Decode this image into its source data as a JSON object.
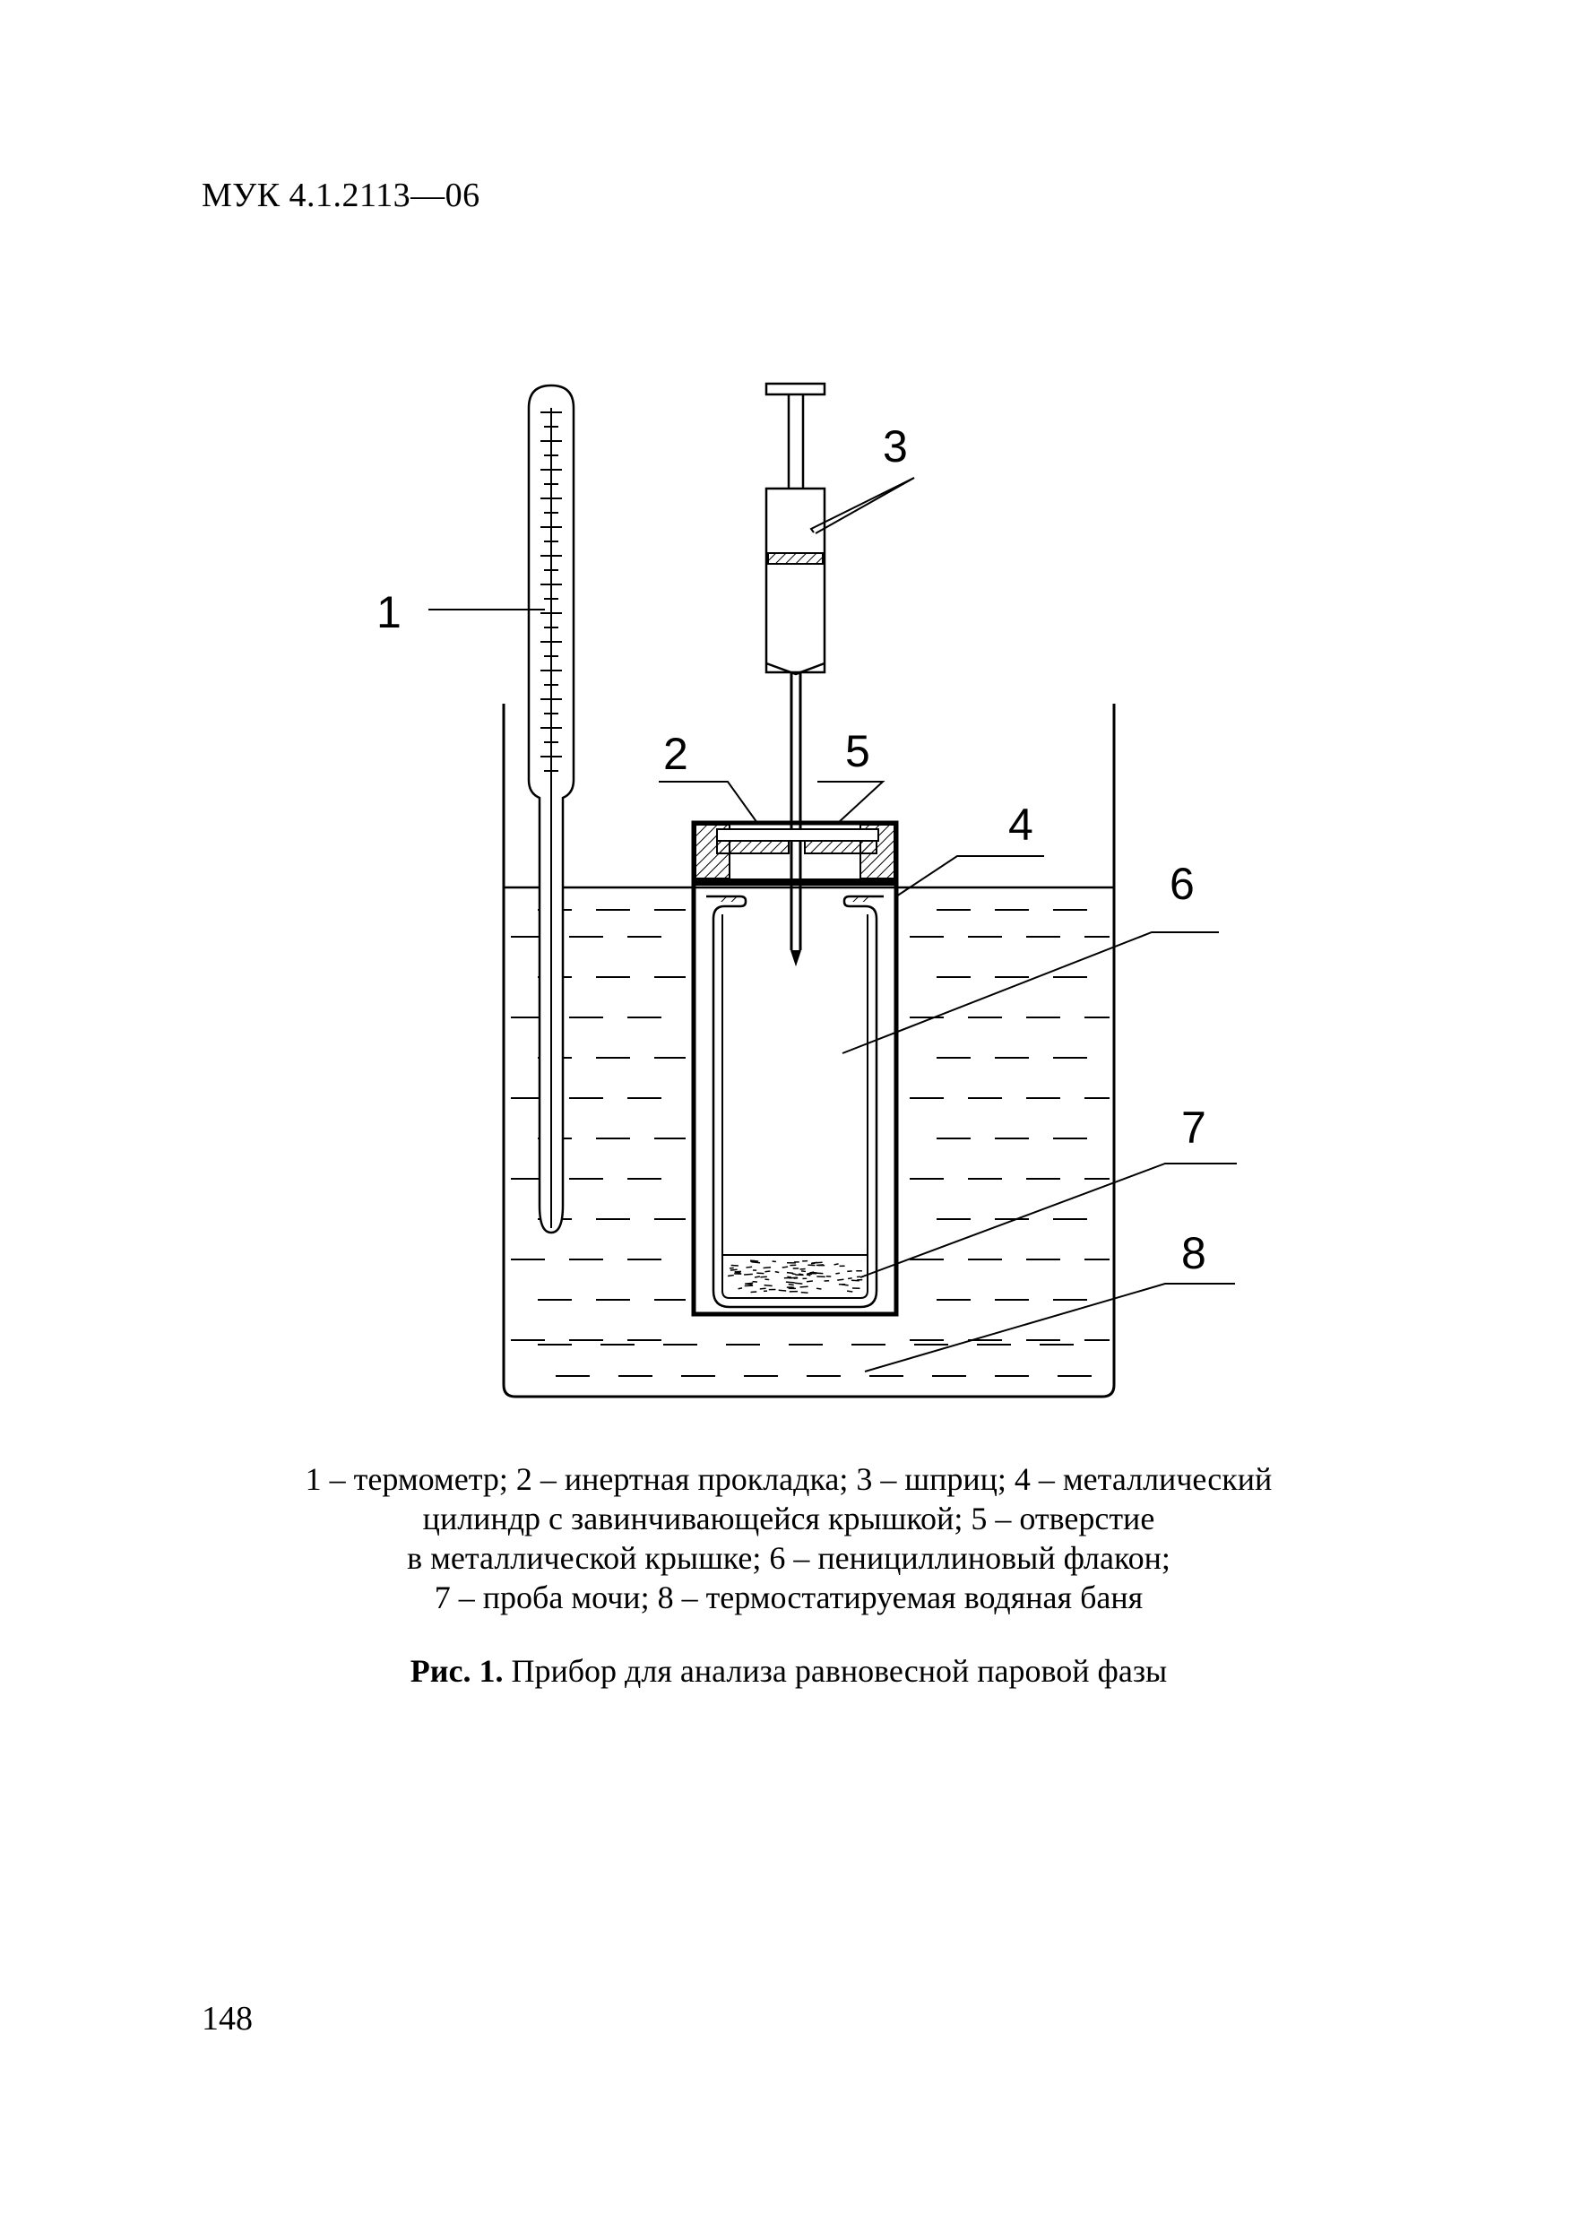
{
  "header": {
    "doc_code": "МУК 4.1.2113—06"
  },
  "figure": {
    "labels": [
      "1",
      "2",
      "3",
      "4",
      "5",
      "6",
      "7",
      "8"
    ]
  },
  "caption": {
    "lines": [
      "1 – термометр; 2 – инертная прокладка; 3 – шприц; 4 – металлический",
      "цилиндр с завинчивающейся крышкой; 5 – отверстие",
      "в металлической крышке; 6 – пенициллиновый флакон;",
      "7 – проба мочи; 8 – термостатируемая водяная баня"
    ]
  },
  "figure_title": {
    "number": "Рис. 1.",
    "text": " Прибор для анализа равновесной паровой фазы"
  },
  "page_number": "148"
}
